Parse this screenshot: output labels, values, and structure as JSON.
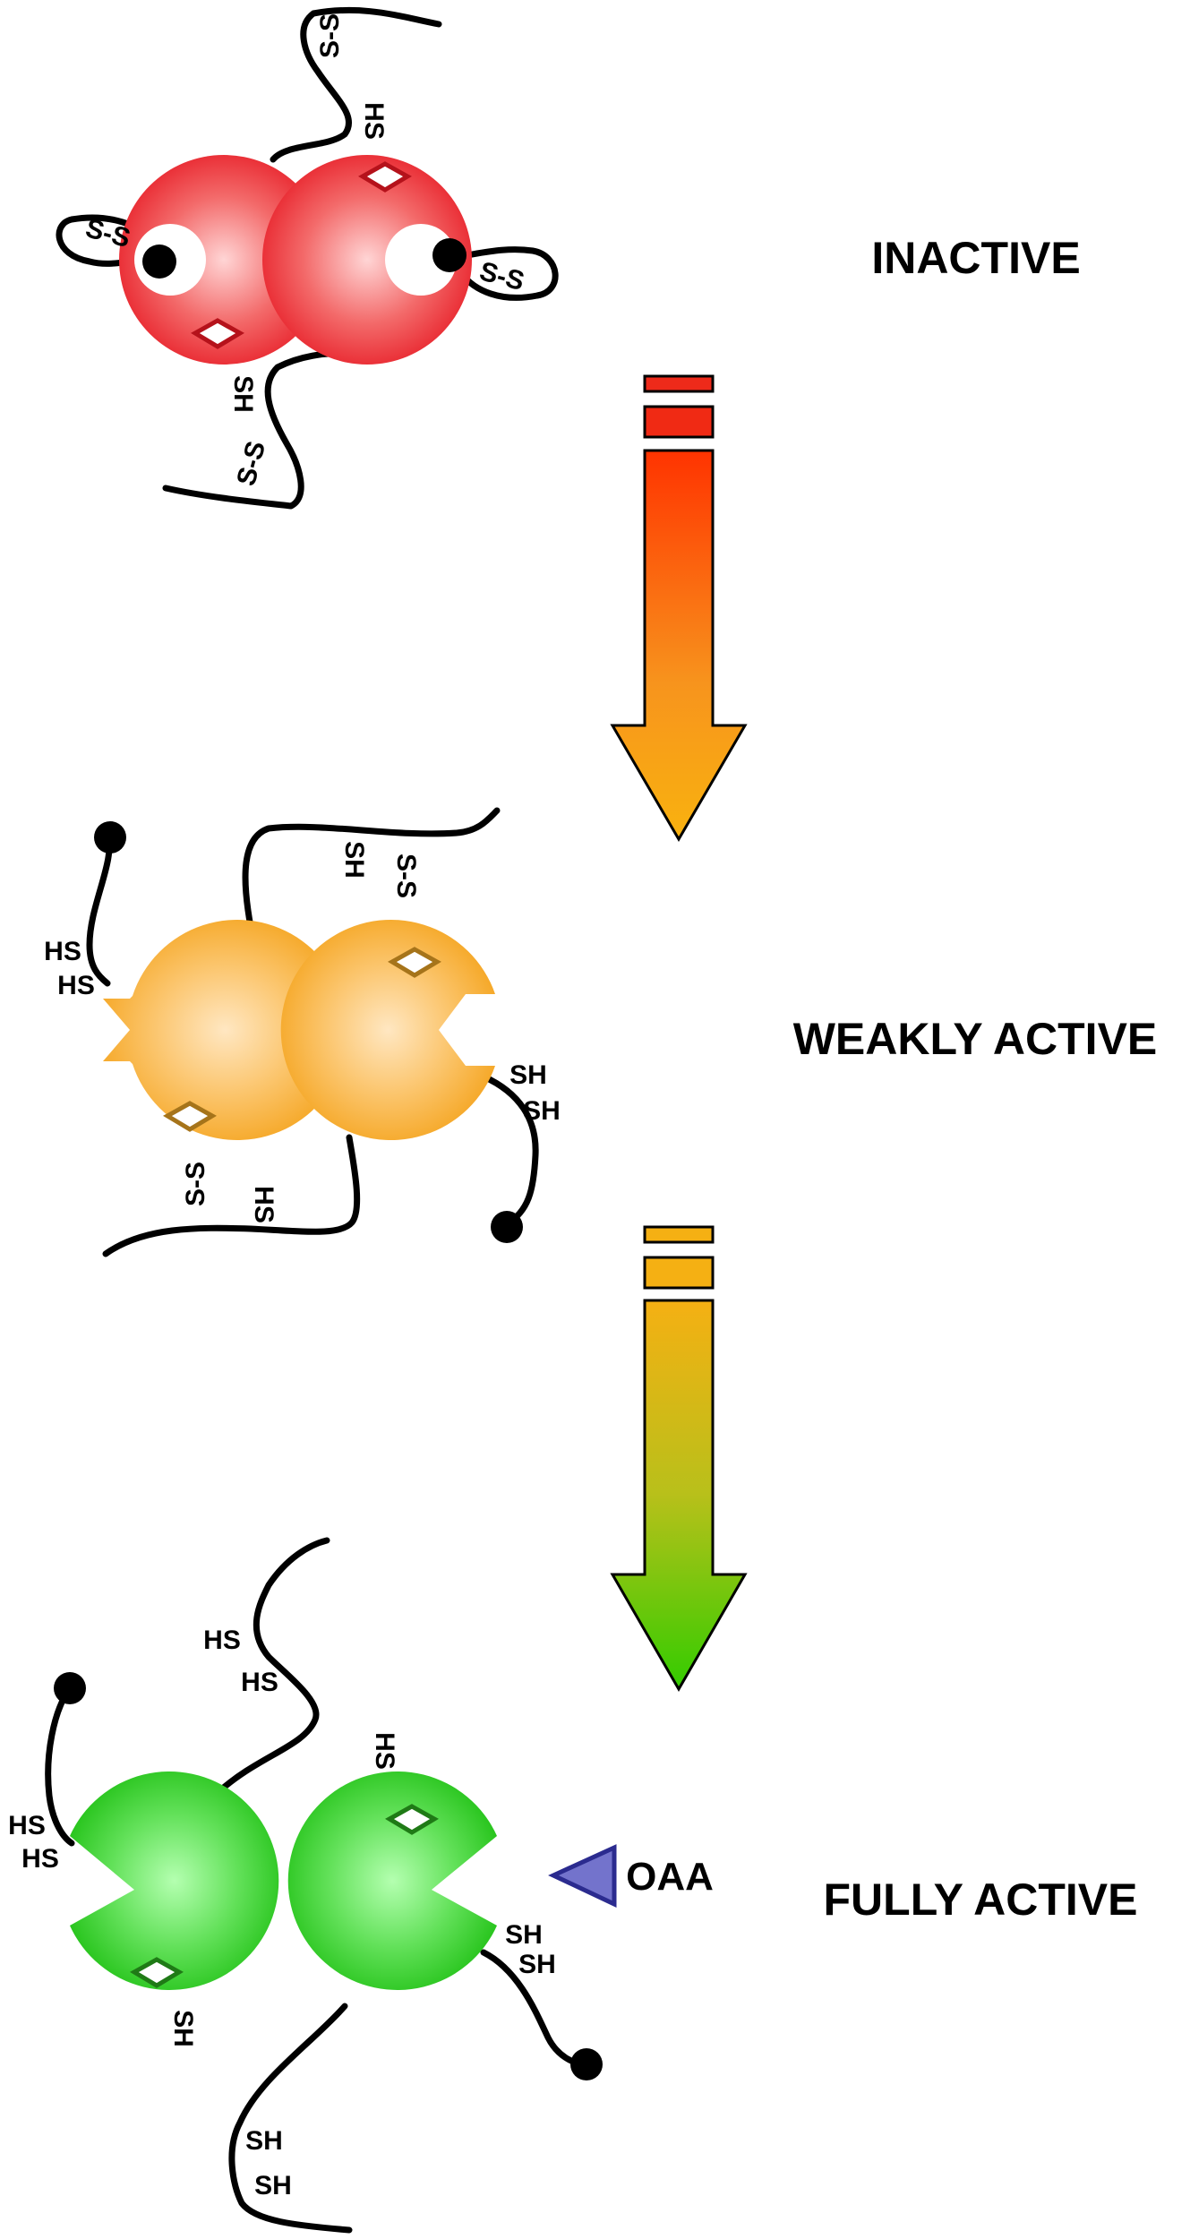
{
  "states": {
    "inactive": "INACTIVE",
    "weakly_active": "WEAKLY ACTIVE",
    "fully_active": "FULLY ACTIVE"
  },
  "groups": {
    "disulfide": "S-S",
    "thiol_hs": "HS",
    "thiol_sh": "SH"
  },
  "ligand": "OAA",
  "colors": {
    "inactive": "#e8222b",
    "weakly_active": "#f5a623",
    "fully_active": "#27c41c",
    "ligand": "#7373cc"
  }
}
